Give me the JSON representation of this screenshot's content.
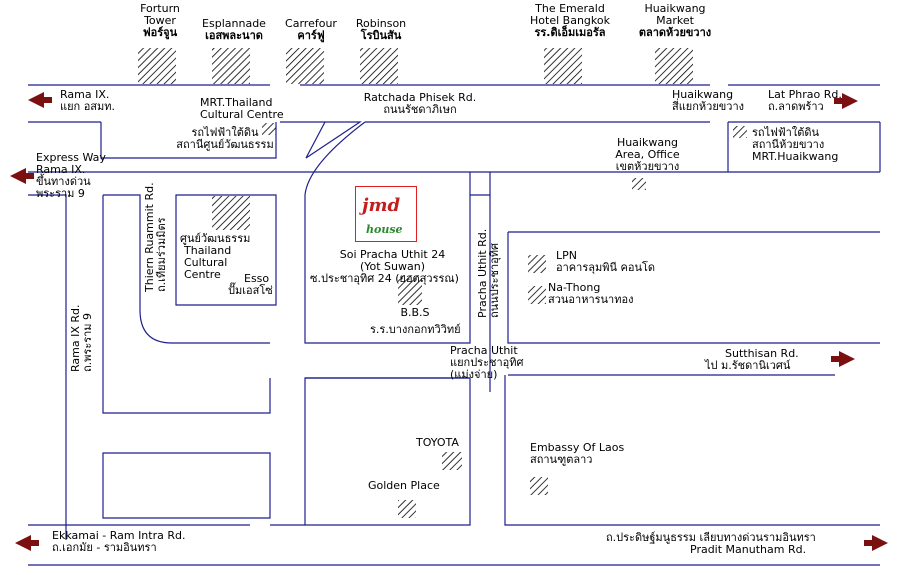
{
  "landmarks_top": {
    "fortune": {
      "en": "Forturn\nTower",
      "th": "ฟอร์จูน"
    },
    "esplanade": {
      "en": "Esplannade",
      "th": "เอสพละนาด"
    },
    "carrefour": {
      "en": "Carrefour",
      "th": "คาร์ฟู"
    },
    "robinson": {
      "en": "Robinson",
      "th": "โรบินสัน"
    },
    "emerald": {
      "en": "The Emerald\nHotel Bangkok",
      "th": "รร.ดิเอ็มเมอรัล"
    },
    "market": {
      "en": "Huaikwang\nMarket",
      "th": "ตลาดห้วยขวาง"
    }
  },
  "roads": {
    "rama9_junction": {
      "en": "Rama IX.",
      "th": "แยก อสมท."
    },
    "ratchada": {
      "en": "Ratchada Phisek Rd.",
      "th": "ถนนรัชดาภิเษก"
    },
    "huaikwang_junction": {
      "en": "Huaikwang",
      "th": "สี่แยกห้วยขวาง"
    },
    "lat_phrao": {
      "en": "Lat Phrao Rd.",
      "th": "ถ.ลาดพร้าว"
    },
    "expressway": {
      "en": "Express Way\nRama IX.",
      "th": "ขึ้นทางด่วน\nพระราม 9"
    },
    "thiern_ruammit": {
      "en": "Thiern Ruammit Rd.",
      "th": "ถ.เทียมร่วมมิตร"
    },
    "rama9_rd": {
      "en": "Rama IX Rd.",
      "th": "ถ.พระราม 9"
    },
    "pracha_uthit_rd": {
      "en": "Pracha Uthit Rd.",
      "th": "ถนนประชาอุทิศ"
    },
    "soi_pracha": {
      "en": "Soi Pracha Uthit 24\n(Yot Suwan)",
      "th": "ซ.ประชาอุทิศ 24 (ยอดสุวรรณ)"
    },
    "pracha_junction": {
      "en": "Pracha Uthit",
      "th": "แยกประชาอุทิศ\n(แม่งจ่าย)"
    },
    "sutthisan": {
      "en": "Sutthisan Rd.",
      "th": "ไป   ม.รัชดานิเวศน์"
    },
    "ekkamai": {
      "en": "Ekkamai - Ram Intra Rd.",
      "th": "ถ.เอกมัย - รามอินทรา"
    },
    "pradit": {
      "en": "Pradit Manutham Rd.",
      "th": "ถ.ประดิษฐ์มนูธรรม  เลียบทางด่วนรามอินทรา"
    }
  },
  "places": {
    "mrt_thailand": {
      "en": "MRT.Thailand\nCultural Centre",
      "th": "รถไฟฟ้าใต้ดิน\nสถานีศูนย์วัฒนธรรม"
    },
    "huaikwang_office": {
      "en": "Huaikwang\nArea, Office",
      "th": "เขตห้วยขวาง"
    },
    "mrt_huaikwang": {
      "th": "รถไฟฟ้าใต้ดิน\nสถานีห้วยขวาง",
      "en": "MRT.Huaikwang"
    },
    "cultural_centre": {
      "th": "ศูนย์วัฒนธรรม",
      "en": "Thailand\nCultural\nCentre"
    },
    "esso": {
      "en": "Esso",
      "th": "ปั๊มเอสโซ่"
    },
    "lpn": {
      "en": "LPN",
      "th": "อาคารลุมพินี คอนโด"
    },
    "na_thong": {
      "en": "Na-Thong",
      "th": "สวนอาหารนาทอง"
    },
    "bbs": {
      "en": "B.B.S",
      "th": "ร.ร.บางกอกทวิวิทย์"
    },
    "toyota": {
      "en": "TOYOTA"
    },
    "golden_place": {
      "en": "Golden Place"
    },
    "embassy_laos": {
      "en": "Embassy Of Laos",
      "th": "สถานฑูตลาว"
    }
  },
  "logo": {
    "brand": "jmd",
    "tag": "house",
    "border_color": "#e02020",
    "brand_color": "#c21f1f",
    "tag_color": "#2a8a2a"
  },
  "colors": {
    "road_line": "#1f1f8f",
    "arrow": "#7a1010",
    "hatch": "#000000"
  }
}
